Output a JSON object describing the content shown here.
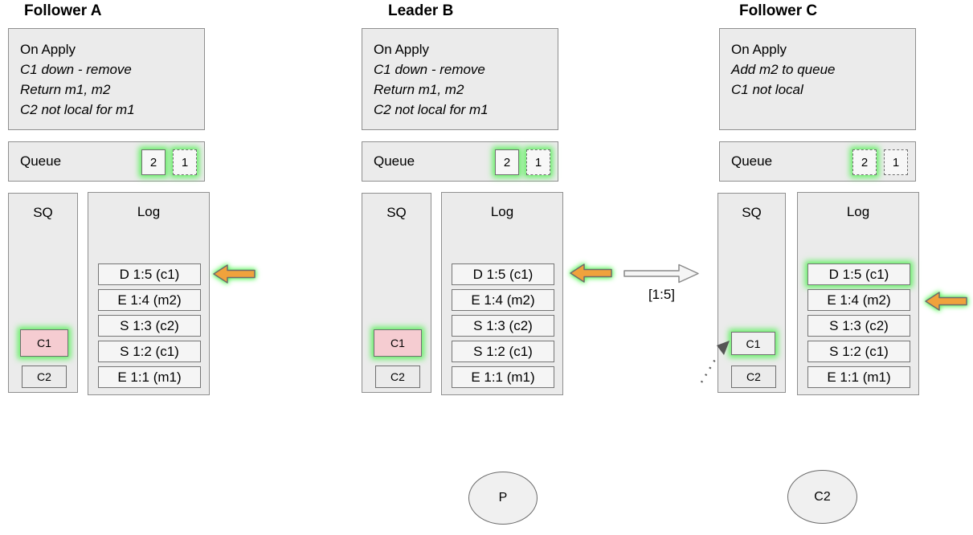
{
  "colors": {
    "panel_fill": "#ebebeb",
    "panel_border": "#8f8f8f",
    "glow_green": "#62f063",
    "arrow_orange": "#f0a23c",
    "removed_pink": "#f5ccd1",
    "replication_arrow_fill": "#f5f5f5"
  },
  "nodes": [
    {
      "title": "Follower A",
      "on_apply": {
        "header": "On Apply",
        "notes": [
          "C1 down - remove",
          "Return m1, m2",
          "C2 not local for m1"
        ]
      },
      "queue": {
        "label": "Queue",
        "items": [
          {
            "value": "2",
            "border": "solid",
            "glow": true
          },
          {
            "value": "1",
            "border": "dashed",
            "glow": true
          }
        ]
      },
      "sq": {
        "label": "SQ",
        "items": [
          {
            "value": "C1",
            "border": "dotted",
            "glow": true,
            "fill": "pink"
          },
          {
            "value": "C2",
            "border": "solid",
            "glow": false,
            "fill": "gray"
          }
        ]
      },
      "log": {
        "label": "Log",
        "entries": [
          {
            "text": "D 1:5 (c1)",
            "glow": false
          },
          {
            "text": "E 1:4 (m2)",
            "glow": false
          },
          {
            "text": "S 1:3 (c2)",
            "glow": false
          },
          {
            "text": "S 1:2 (c1)",
            "glow": false
          },
          {
            "text": "E 1:1 (m1)",
            "glow": false
          }
        ],
        "apply_arrow_at_entry": "D 1:5 (c1)"
      }
    },
    {
      "title": "Leader B",
      "on_apply": {
        "header": "On Apply",
        "notes": [
          "C1 down - remove",
          "Return m1, m2",
          "C2 not local for m1"
        ]
      },
      "queue": {
        "label": "Queue",
        "items": [
          {
            "value": "2",
            "border": "solid",
            "glow": true
          },
          {
            "value": "1",
            "border": "dashed",
            "glow": true
          }
        ]
      },
      "sq": {
        "label": "SQ",
        "items": [
          {
            "value": "C1",
            "border": "dotted",
            "glow": true,
            "fill": "pink"
          },
          {
            "value": "C2",
            "border": "solid",
            "glow": false,
            "fill": "gray"
          }
        ]
      },
      "log": {
        "label": "Log",
        "entries": [
          {
            "text": "D 1:5 (c1)",
            "glow": false
          },
          {
            "text": "E 1:4 (m2)",
            "glow": false
          },
          {
            "text": "S 1:3 (c2)",
            "glow": false
          },
          {
            "text": "S 1:2 (c1)",
            "glow": false
          },
          {
            "text": "E 1:1 (m1)",
            "glow": false
          }
        ],
        "apply_arrow_at_entry": "D 1:5 (c1)"
      }
    },
    {
      "title": "Follower C",
      "on_apply": {
        "header": "On Apply",
        "notes": [
          "Add m2 to queue",
          "C1 not local"
        ]
      },
      "queue": {
        "label": "Queue",
        "items": [
          {
            "value": "2",
            "border": "dashed",
            "glow": true
          },
          {
            "value": "1",
            "border": "dashed",
            "glow": false
          }
        ]
      },
      "sq": {
        "label": "SQ",
        "items": [
          {
            "value": "C1",
            "border": "solid",
            "glow": true,
            "fill": "gray"
          },
          {
            "value": "C2",
            "border": "solid",
            "glow": false,
            "fill": "gray"
          }
        ]
      },
      "log": {
        "label": "Log",
        "entries": [
          {
            "text": "D 1:5 (c1)",
            "glow": true
          },
          {
            "text": "E 1:4 (m2)",
            "glow": false
          },
          {
            "text": "S 1:3 (c2)",
            "glow": false
          },
          {
            "text": "S 1:2 (c1)",
            "glow": false
          },
          {
            "text": "E 1:1 (m1)",
            "glow": false
          }
        ],
        "apply_arrow_at_entry": "E 1:4 (m2)"
      }
    }
  ],
  "replication_arrow": {
    "label": "[1:5]"
  },
  "processes": [
    {
      "label": "P"
    },
    {
      "label": "C2"
    }
  ]
}
